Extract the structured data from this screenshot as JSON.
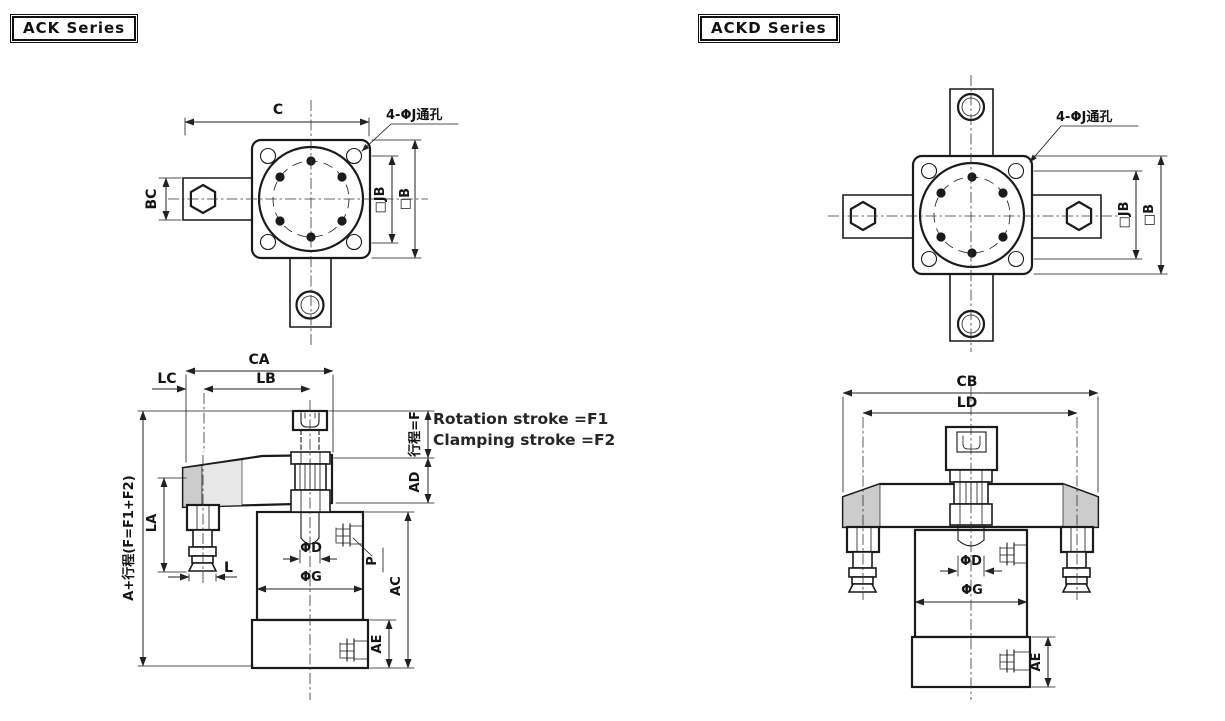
{
  "colors": {
    "background": "#ffffff",
    "line": "#1a1a1a",
    "shade": "#cccccc"
  },
  "series_titles": {
    "ack": "ACK Series",
    "ackd": "ACKD Series"
  },
  "notes": {
    "rotation": "Rotation stroke =F1",
    "clamping": "Clamping stroke =F2"
  },
  "ack": {
    "top": {
      "c": "C",
      "bc": "BC",
      "jb": "□JB",
      "b": "□B",
      "holes": "4-ΦJ通孔"
    },
    "front": {
      "ca": "CA",
      "lb": "LB",
      "lc": "LC",
      "la": "LA",
      "l": "L",
      "a_plus_stroke": "A+行程(F=F1+F2)",
      "stroke_f": "行程=F",
      "ad": "AD",
      "phi_d": "ΦD",
      "phi_g": "ΦG",
      "p": "P",
      "ac": "AC",
      "ae": "AE"
    }
  },
  "ackd": {
    "top": {
      "jb": "□JB",
      "b": "□B",
      "holes": "4-ΦJ通孔"
    },
    "front": {
      "cb": "CB",
      "ld": "LD",
      "phi_d": "ΦD",
      "phi_g": "ΦG",
      "ae": "AE"
    }
  }
}
